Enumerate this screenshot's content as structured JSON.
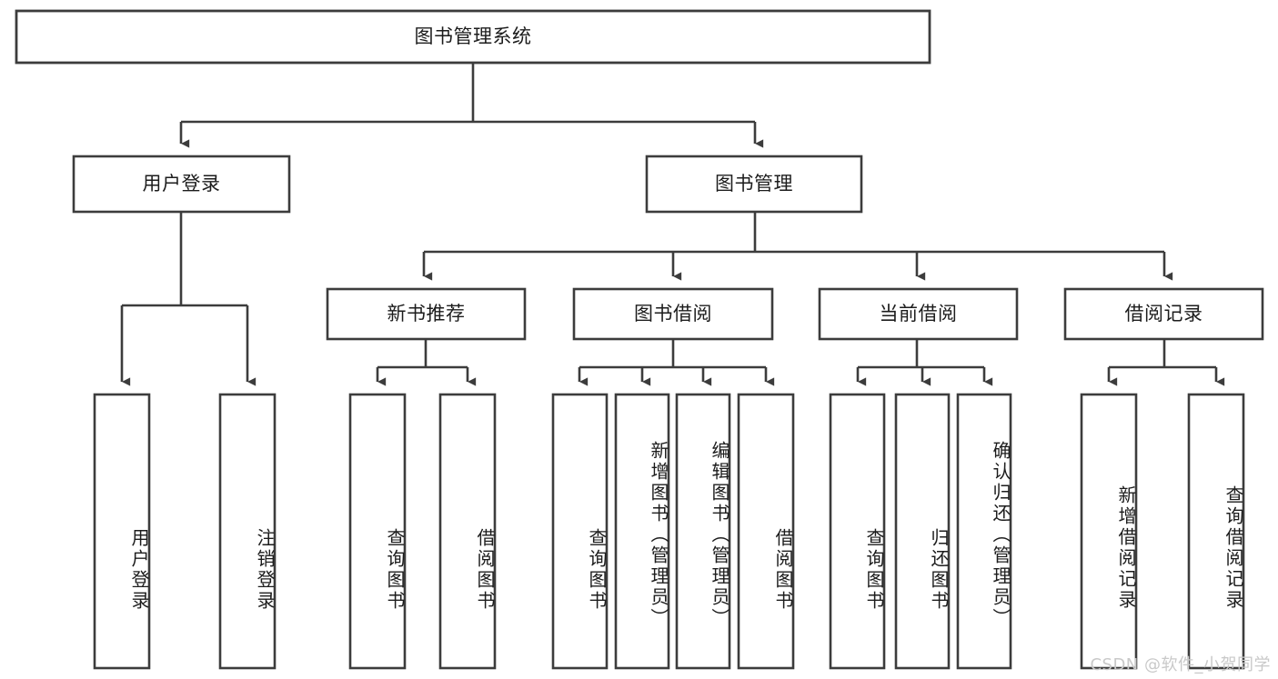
{
  "diagram": {
    "type": "tree",
    "title": "图书管理系统",
    "orientation": "top-down",
    "colors": {
      "stroke": "#3c3c3c",
      "fill": "#ffffff",
      "text": "#1c1c1c",
      "background": "#ffffff",
      "watermark": "#c9c9c9"
    },
    "nodes": {
      "root": {
        "label": "图书管理系统"
      },
      "level2": [
        {
          "id": "user-login",
          "label": "用户登录"
        },
        {
          "id": "book-manage",
          "label": "图书管理"
        }
      ],
      "level3": [
        {
          "id": "new-book-recommend",
          "label": "新书推荐"
        },
        {
          "id": "book-borrow",
          "label": "图书借阅"
        },
        {
          "id": "current-borrow",
          "label": "当前借阅"
        },
        {
          "id": "borrow-record",
          "label": "借阅记录"
        }
      ],
      "leaves": {
        "user-login": [
          {
            "id": "leaf-user-login",
            "label": "用户登录"
          },
          {
            "id": "leaf-logout",
            "label": "注销登录"
          }
        ],
        "new-book-recommend": [
          {
            "id": "leaf-query-book-1",
            "label": "查询图书"
          },
          {
            "id": "leaf-borrow-book-1",
            "label": "借阅图书"
          }
        ],
        "book-borrow": [
          {
            "id": "leaf-query-book-2",
            "label": "查询图书"
          },
          {
            "id": "leaf-add-book",
            "label": "新增图书（管理员）"
          },
          {
            "id": "leaf-edit-book",
            "label": "编辑图书（管理员）"
          },
          {
            "id": "leaf-borrow-book-2",
            "label": "借阅图书"
          }
        ],
        "current-borrow": [
          {
            "id": "leaf-query-book-3",
            "label": "查询图书"
          },
          {
            "id": "leaf-return-book",
            "label": "归还图书"
          },
          {
            "id": "leaf-confirm-return",
            "label": "确认归还（管理员）"
          }
        ],
        "borrow-record": [
          {
            "id": "leaf-add-record",
            "label": "新增借阅记录"
          },
          {
            "id": "leaf-query-record",
            "label": "查询借阅记录"
          }
        ]
      }
    }
  },
  "watermark": {
    "text": "CSDN @软件_小贺同学"
  }
}
